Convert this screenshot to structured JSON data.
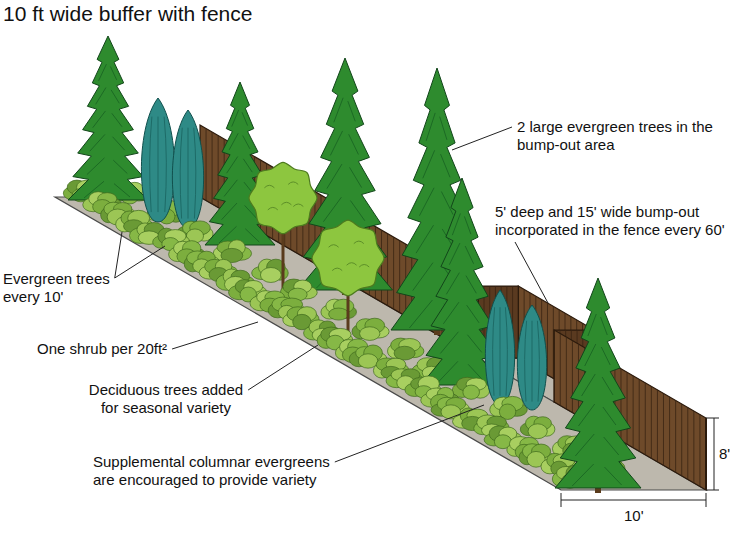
{
  "diagram": {
    "title": "10 ft wide buffer with fence",
    "labels": [
      "2 large evergreen trees in the bump-out area",
      "5' deep and 15' wide bump-out incorporated in the fence every 60'",
      "Evergreen trees every 10'",
      "One shrub per 20ft²",
      "Deciduous trees added for seasonal variety",
      "Supplemental columnar evergreens are encouraged to provide variety",
      "8'",
      "10'"
    ]
  }
}
